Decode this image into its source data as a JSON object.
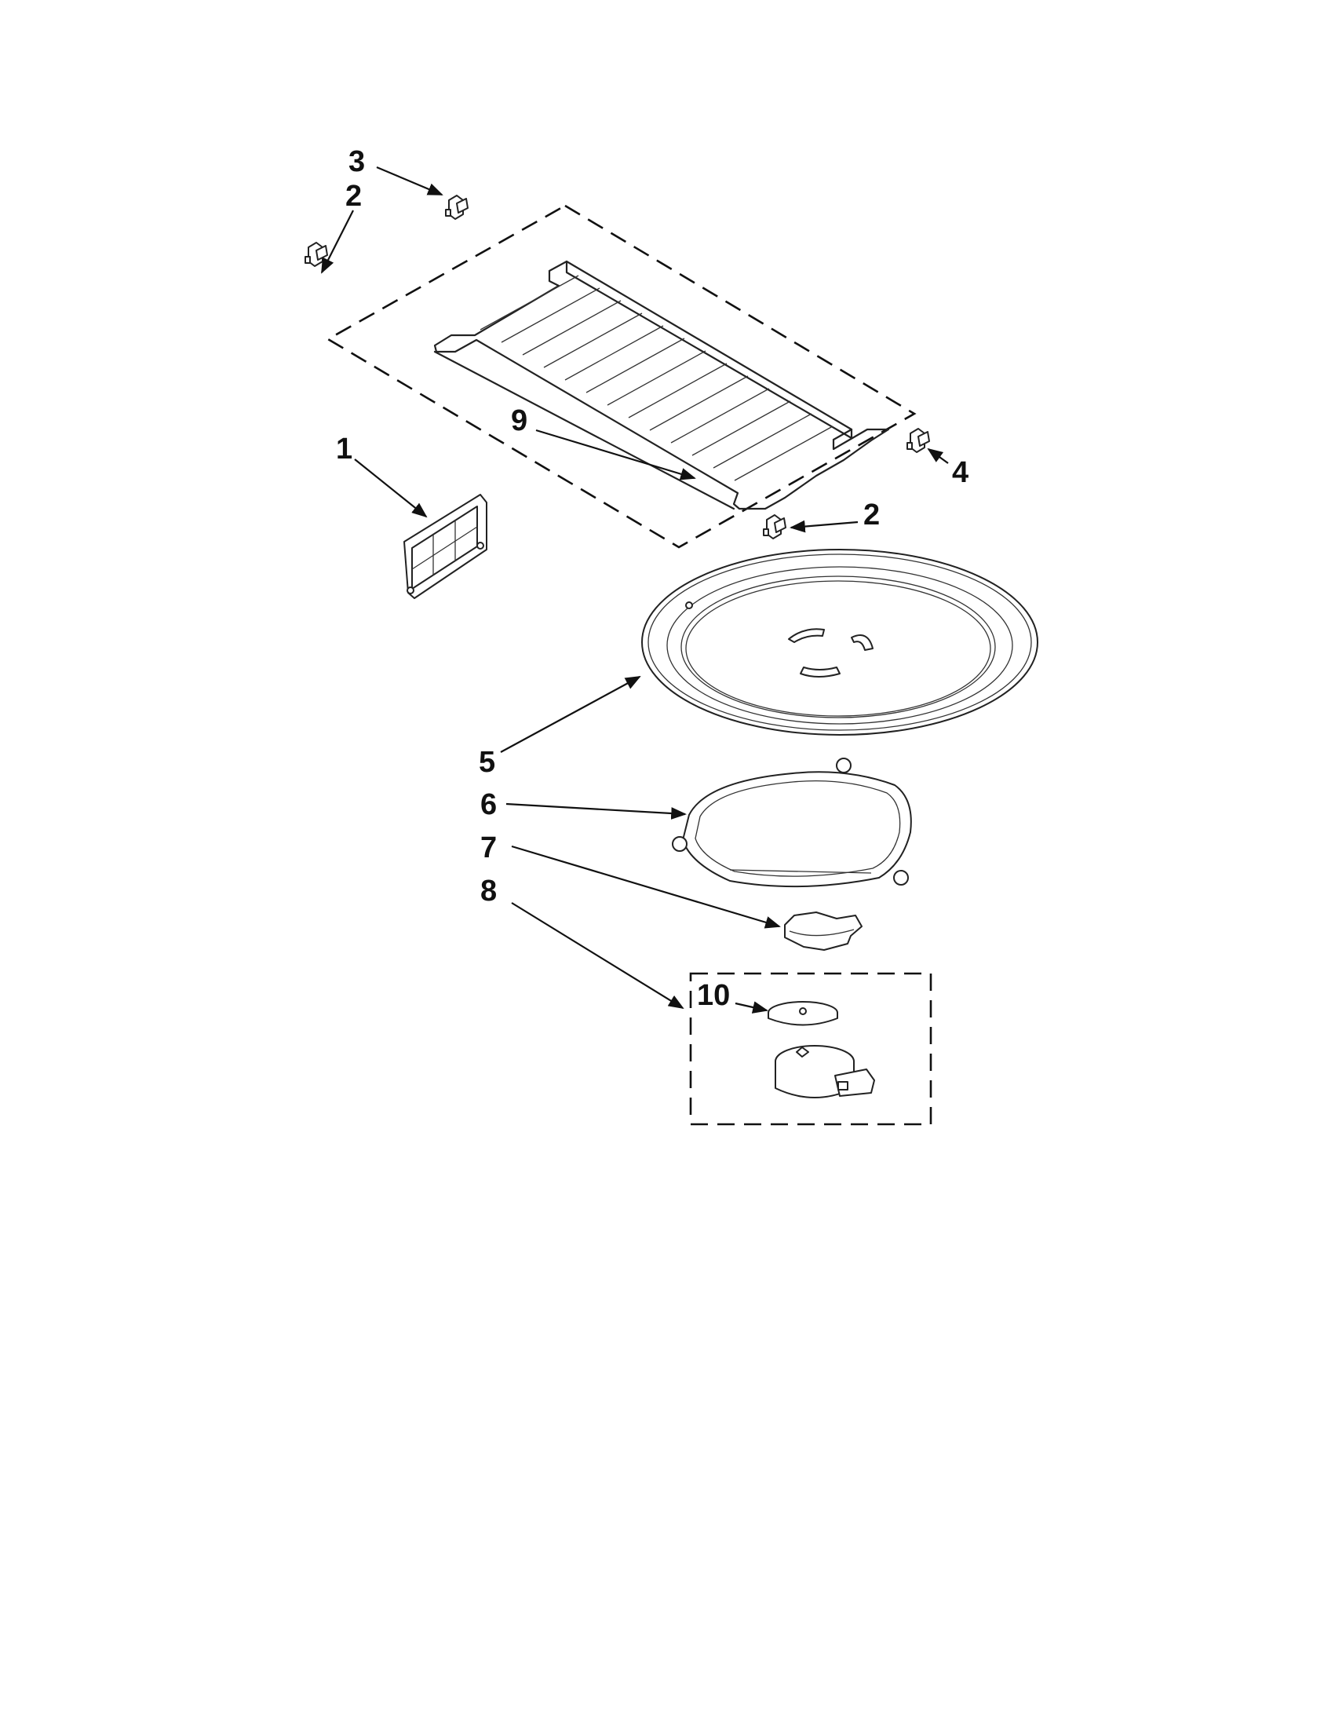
{
  "callouts": [
    {
      "id": "c3",
      "label": "3"
    },
    {
      "id": "c2a",
      "label": "2"
    },
    {
      "id": "c1",
      "label": "1"
    },
    {
      "id": "c9",
      "label": "9"
    },
    {
      "id": "c4",
      "label": "4"
    },
    {
      "id": "c2b",
      "label": "2"
    },
    {
      "id": "c5",
      "label": "5"
    },
    {
      "id": "c6",
      "label": "6"
    },
    {
      "id": "c7",
      "label": "7"
    },
    {
      "id": "c8",
      "label": "8"
    },
    {
      "id": "c10",
      "label": "10"
    }
  ],
  "colors": {
    "ink": "#111111",
    "background": "#ffffff"
  }
}
